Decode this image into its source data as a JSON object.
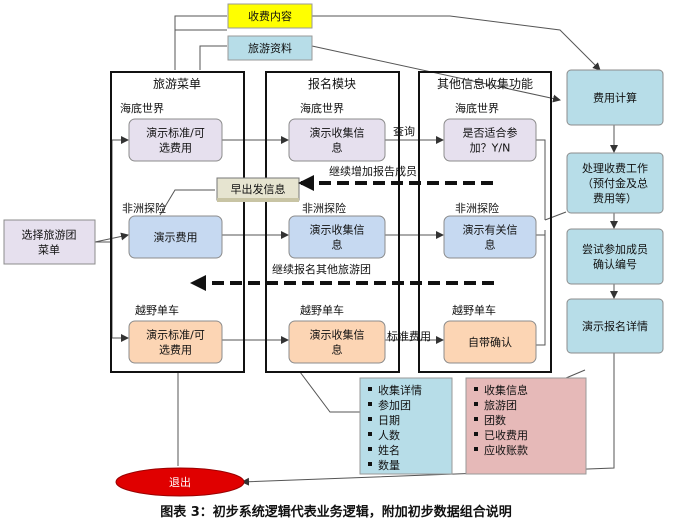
{
  "top_inputs": {
    "fee_content": "收费内容",
    "travel_info": "旅游资料"
  },
  "start": "选择旅游团\n菜单",
  "columns": {
    "menu": {
      "title": "旅游菜单"
    },
    "signup": {
      "title": "报名模块"
    },
    "other": {
      "title": "其他信息收集功能"
    }
  },
  "sections": [
    "海底世界",
    "非洲探险",
    "越野单车"
  ],
  "menu_col": {
    "sea": "演示标准/可\n选费用",
    "africa": "演示费用",
    "bike": "演示标准/可\n选费用"
  },
  "signup_col": {
    "sea": "演示收集信\n息",
    "africa": "演示收集信\n息",
    "bike": "演示收集信\n息"
  },
  "other_col": {
    "sea": "是否适合参\n加？Y/N",
    "africa": "演示有关信\n息",
    "bike": "自带确认"
  },
  "depart_info": "早出发信息",
  "edge_labels": {
    "query": "查询",
    "add_member": "继续增加报告成员",
    "other_group": "继续报名其他旅游团",
    "std_fee": "标准费用"
  },
  "pipeline": [
    "费用计算",
    "处理收费工作\n（预付金及总\n费用等）",
    "尝试参加成员\n确认编号",
    "演示报名详情"
  ],
  "collect_detail": {
    "title": "收集详情",
    "items": [
      "参加团",
      "日期",
      "人数",
      "姓名",
      "数量"
    ]
  },
  "collect_info": {
    "title": "收集信息",
    "items": [
      "旅游团",
      "团数",
      "已收费用",
      "应收账款"
    ]
  },
  "exit": "退出",
  "caption": "图表 3：初步系统逻辑代表业务逻辑，附加初步数据组合说明",
  "colors": {
    "purple_box": "#e6e0ee",
    "blue_box": "#c6d9f1",
    "orange_box": "#fcd5b4",
    "pipeline_box": "#b7dde8",
    "yellow_note": "#ffff00",
    "teal_note": "#b7dde8",
    "collect_info_bg": "#e6b9b8",
    "exit_fill": "#e00000",
    "arrow_dark": "#1a1a1a"
  }
}
